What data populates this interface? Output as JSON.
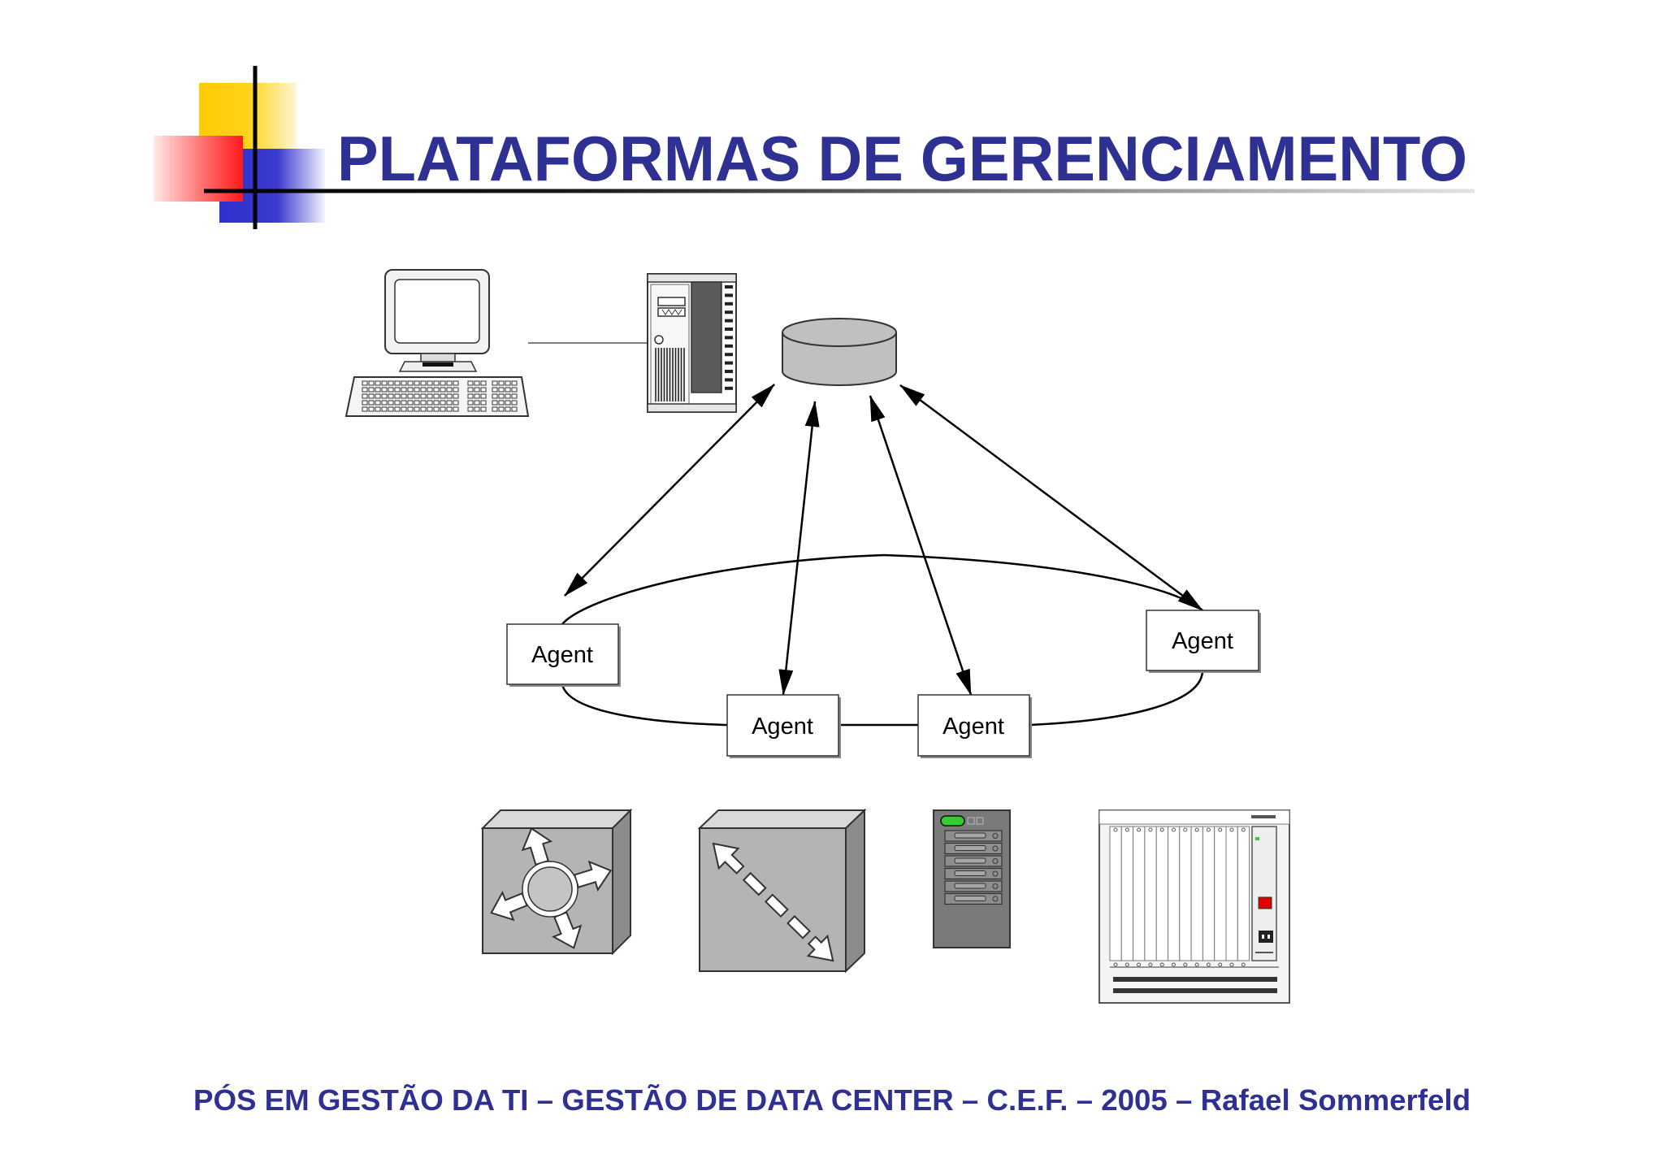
{
  "slide": {
    "title": "PLATAFORMAS DE GERENCIAMENTO",
    "footer": "PÓS EM GESTÃO DA TI – GESTÃO DE DATA CENTER – C.E.F. – 2005 – Rafael Sommerfeld"
  },
  "diagram": {
    "manager_icons": [
      "workstation-icon",
      "server-tower-icon",
      "database-icon"
    ],
    "agents": [
      {
        "label": "Agent"
      },
      {
        "label": "Agent"
      },
      {
        "label": "Agent"
      },
      {
        "label": "Agent"
      }
    ],
    "device_icons": [
      "router-icon",
      "switch-icon",
      "storage-server-icon",
      "rack-chassis-icon"
    ]
  },
  "colors": {
    "title": "#2E3192",
    "footer": "#2E3192",
    "accent_yellow": "#FFCC00",
    "accent_red": "#FF2A2A",
    "accent_blue": "#3333CC",
    "database": "#C0C0C0",
    "device_front": "#B4B4B4",
    "device_top": "#D9D9D9",
    "device_side": "#8C8C8C",
    "storage_body": "#7A7A7A",
    "status_led": "#33CC33",
    "alarm_led": "#E00000"
  }
}
